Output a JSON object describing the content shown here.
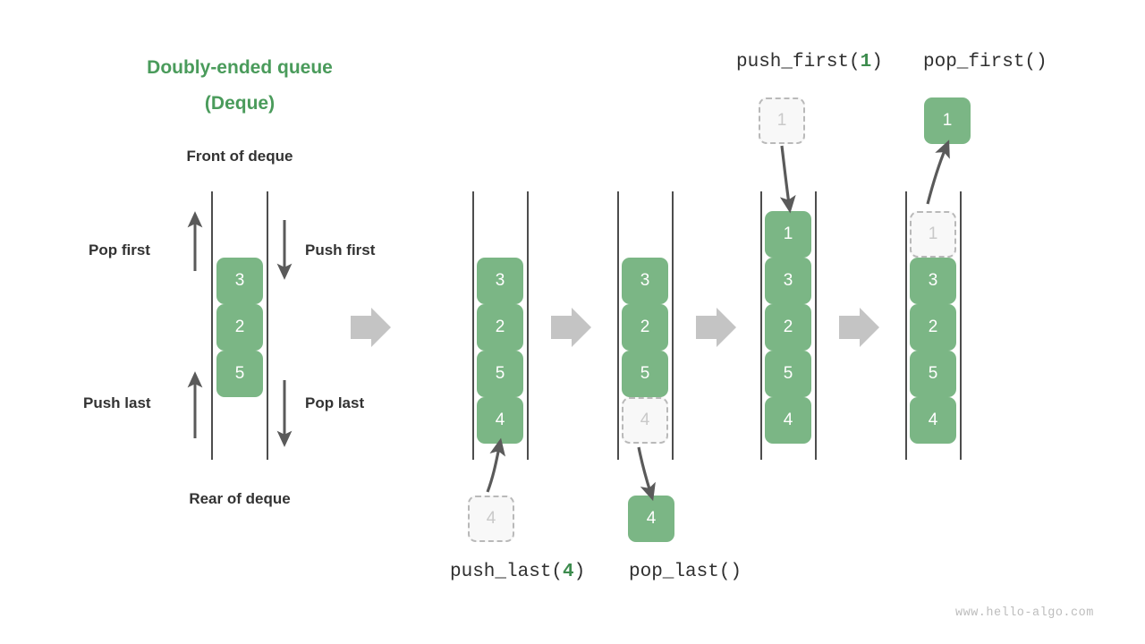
{
  "title": {
    "line1": "Doubly-ended queue",
    "line2": "(Deque)",
    "color": "#4a9b5b"
  },
  "labels": {
    "front": "Front of deque",
    "rear": "Rear of deque",
    "pop_first": "Pop first",
    "push_first": "Push first",
    "push_last": "Push last",
    "pop_last": "Pop last"
  },
  "operations": {
    "push_last": {
      "name": "push_last(",
      "arg": "4",
      "close": ")"
    },
    "pop_last": {
      "name": "pop_last()",
      "arg": "",
      "close": ""
    },
    "push_first": {
      "name": "push_first(",
      "arg": "1",
      "close": ")"
    },
    "pop_first": {
      "name": "pop_first()",
      "arg": "",
      "close": ""
    }
  },
  "watermark": "www.hello-algo.com",
  "colors": {
    "element_green": "#7bb685",
    "title_green": "#4a9b5b",
    "arg_green": "#3d8c4e",
    "rail_gray": "#4d4d4d",
    "flow_arrow_gray": "#c4c4c4",
    "ghost_fill": "#f8f8f8",
    "ghost_border": "#b9b9b9",
    "ghost_text": "#c9c9c9",
    "thin_arrow": "#5a5a5a",
    "label_dark": "#333333"
  },
  "stages": [
    {
      "id": "overview",
      "cells": [
        {
          "value": "3",
          "state": "filled"
        },
        {
          "value": "2",
          "state": "filled"
        },
        {
          "value": "5",
          "state": "filled"
        }
      ]
    },
    {
      "id": "push-last-before",
      "cells": [
        {
          "value": "3",
          "state": "filled"
        },
        {
          "value": "2",
          "state": "filled"
        },
        {
          "value": "5",
          "state": "filled"
        },
        {
          "value": "4",
          "state": "filled"
        }
      ],
      "external": {
        "value": "4",
        "state": "ghost",
        "position": "bottom"
      }
    },
    {
      "id": "pop-last-after",
      "cells": [
        {
          "value": "3",
          "state": "filled"
        },
        {
          "value": "2",
          "state": "filled"
        },
        {
          "value": "5",
          "state": "filled"
        },
        {
          "value": "4",
          "state": "ghost"
        }
      ],
      "external": {
        "value": "4",
        "state": "filled",
        "position": "bottom"
      }
    },
    {
      "id": "push-first-after",
      "cells": [
        {
          "value": "1",
          "state": "filled"
        },
        {
          "value": "3",
          "state": "filled"
        },
        {
          "value": "2",
          "state": "filled"
        },
        {
          "value": "5",
          "state": "filled"
        },
        {
          "value": "4",
          "state": "filled"
        }
      ],
      "external": {
        "value": "1",
        "state": "ghost",
        "position": "top"
      }
    },
    {
      "id": "pop-first-after",
      "cells": [
        {
          "value": "1",
          "state": "ghost"
        },
        {
          "value": "3",
          "state": "filled"
        },
        {
          "value": "2",
          "state": "filled"
        },
        {
          "value": "5",
          "state": "filled"
        },
        {
          "value": "4",
          "state": "filled"
        }
      ],
      "external": {
        "value": "1",
        "state": "filled",
        "position": "top"
      }
    }
  ]
}
